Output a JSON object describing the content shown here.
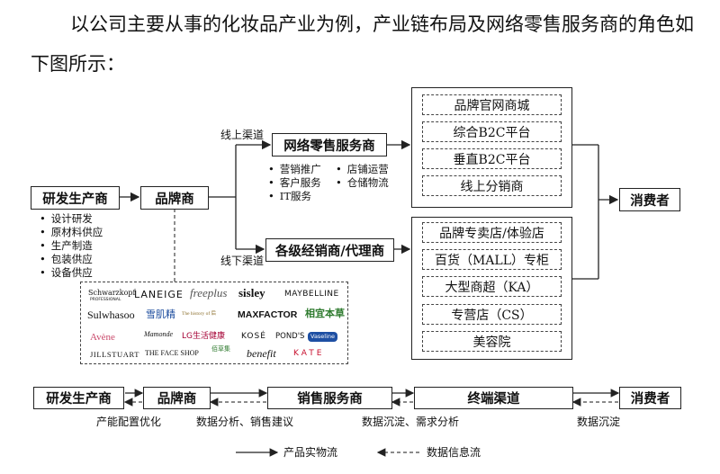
{
  "intro": {
    "line1": "以公司主要从事的化妆品产业为例，产业链布局及网络零售服务商的角色如",
    "line2": "下图所示："
  },
  "top": {
    "rd": "研发生产商",
    "brand": "品牌商",
    "online_channel": "线上渠道",
    "offline_channel": "线下渠道",
    "net_retail": "网络零售服务商",
    "distributor": "各级经销商/代理商",
    "consumer": "消费者",
    "rd_items": [
      "设计研发",
      "原材料供应",
      "生产制造",
      "包装供应",
      "设备供应"
    ],
    "net_items_left": [
      "营销推广",
      "客户服务",
      "IT服务"
    ],
    "net_items_right": [
      "店铺运营",
      "仓储物流"
    ],
    "online_items": [
      "品牌官网商城",
      "综合B2C平台",
      "垂直B2C平台",
      "线上分销商"
    ],
    "offline_items": [
      "品牌专卖店/体验店",
      "百货（MALL）专柜",
      "大型商超（KA）",
      "专营店（CS）",
      "美容院"
    ]
  },
  "logos": {
    "schwarzkopf": "Schwarzkopf",
    "schwarzkopf_sub": "PROFESSIONAL",
    "laneige": "LANEIGE",
    "freeplus": "freeplus",
    "sisley": "sisley",
    "maybelline": "MAYBELLINE",
    "sulwhasoo": "Sulwhasoo",
    "xuejijing": "雪肌精",
    "history": "The history of 后",
    "maxfactor": "MAXFACTOR",
    "xiangyi": "相宜本草",
    "avene": "Avène",
    "mamonde": "Mamonde",
    "lg": "LG生活健康",
    "kose": "KOSÉ",
    "ponds": "POND'S",
    "vaseline": "Vaseline",
    "jillstuart": "JILLSTUART",
    "faceshop": "THE FACE SHOP",
    "herborist": "佰草集",
    "benefit": "benefit",
    "kate": "KATE"
  },
  "bottom": {
    "rd": "研发生产商",
    "brand": "品牌商",
    "sales": "销售服务商",
    "terminal": "终端渠道",
    "consumer": "消费者",
    "label1": "产能配置优化",
    "label2": "数据分析、销售建议",
    "label3": "数据沉淀、需求分析",
    "label4": "数据沉淀",
    "legend_solid": "产品实物流",
    "legend_dashed": "数据信息流"
  }
}
